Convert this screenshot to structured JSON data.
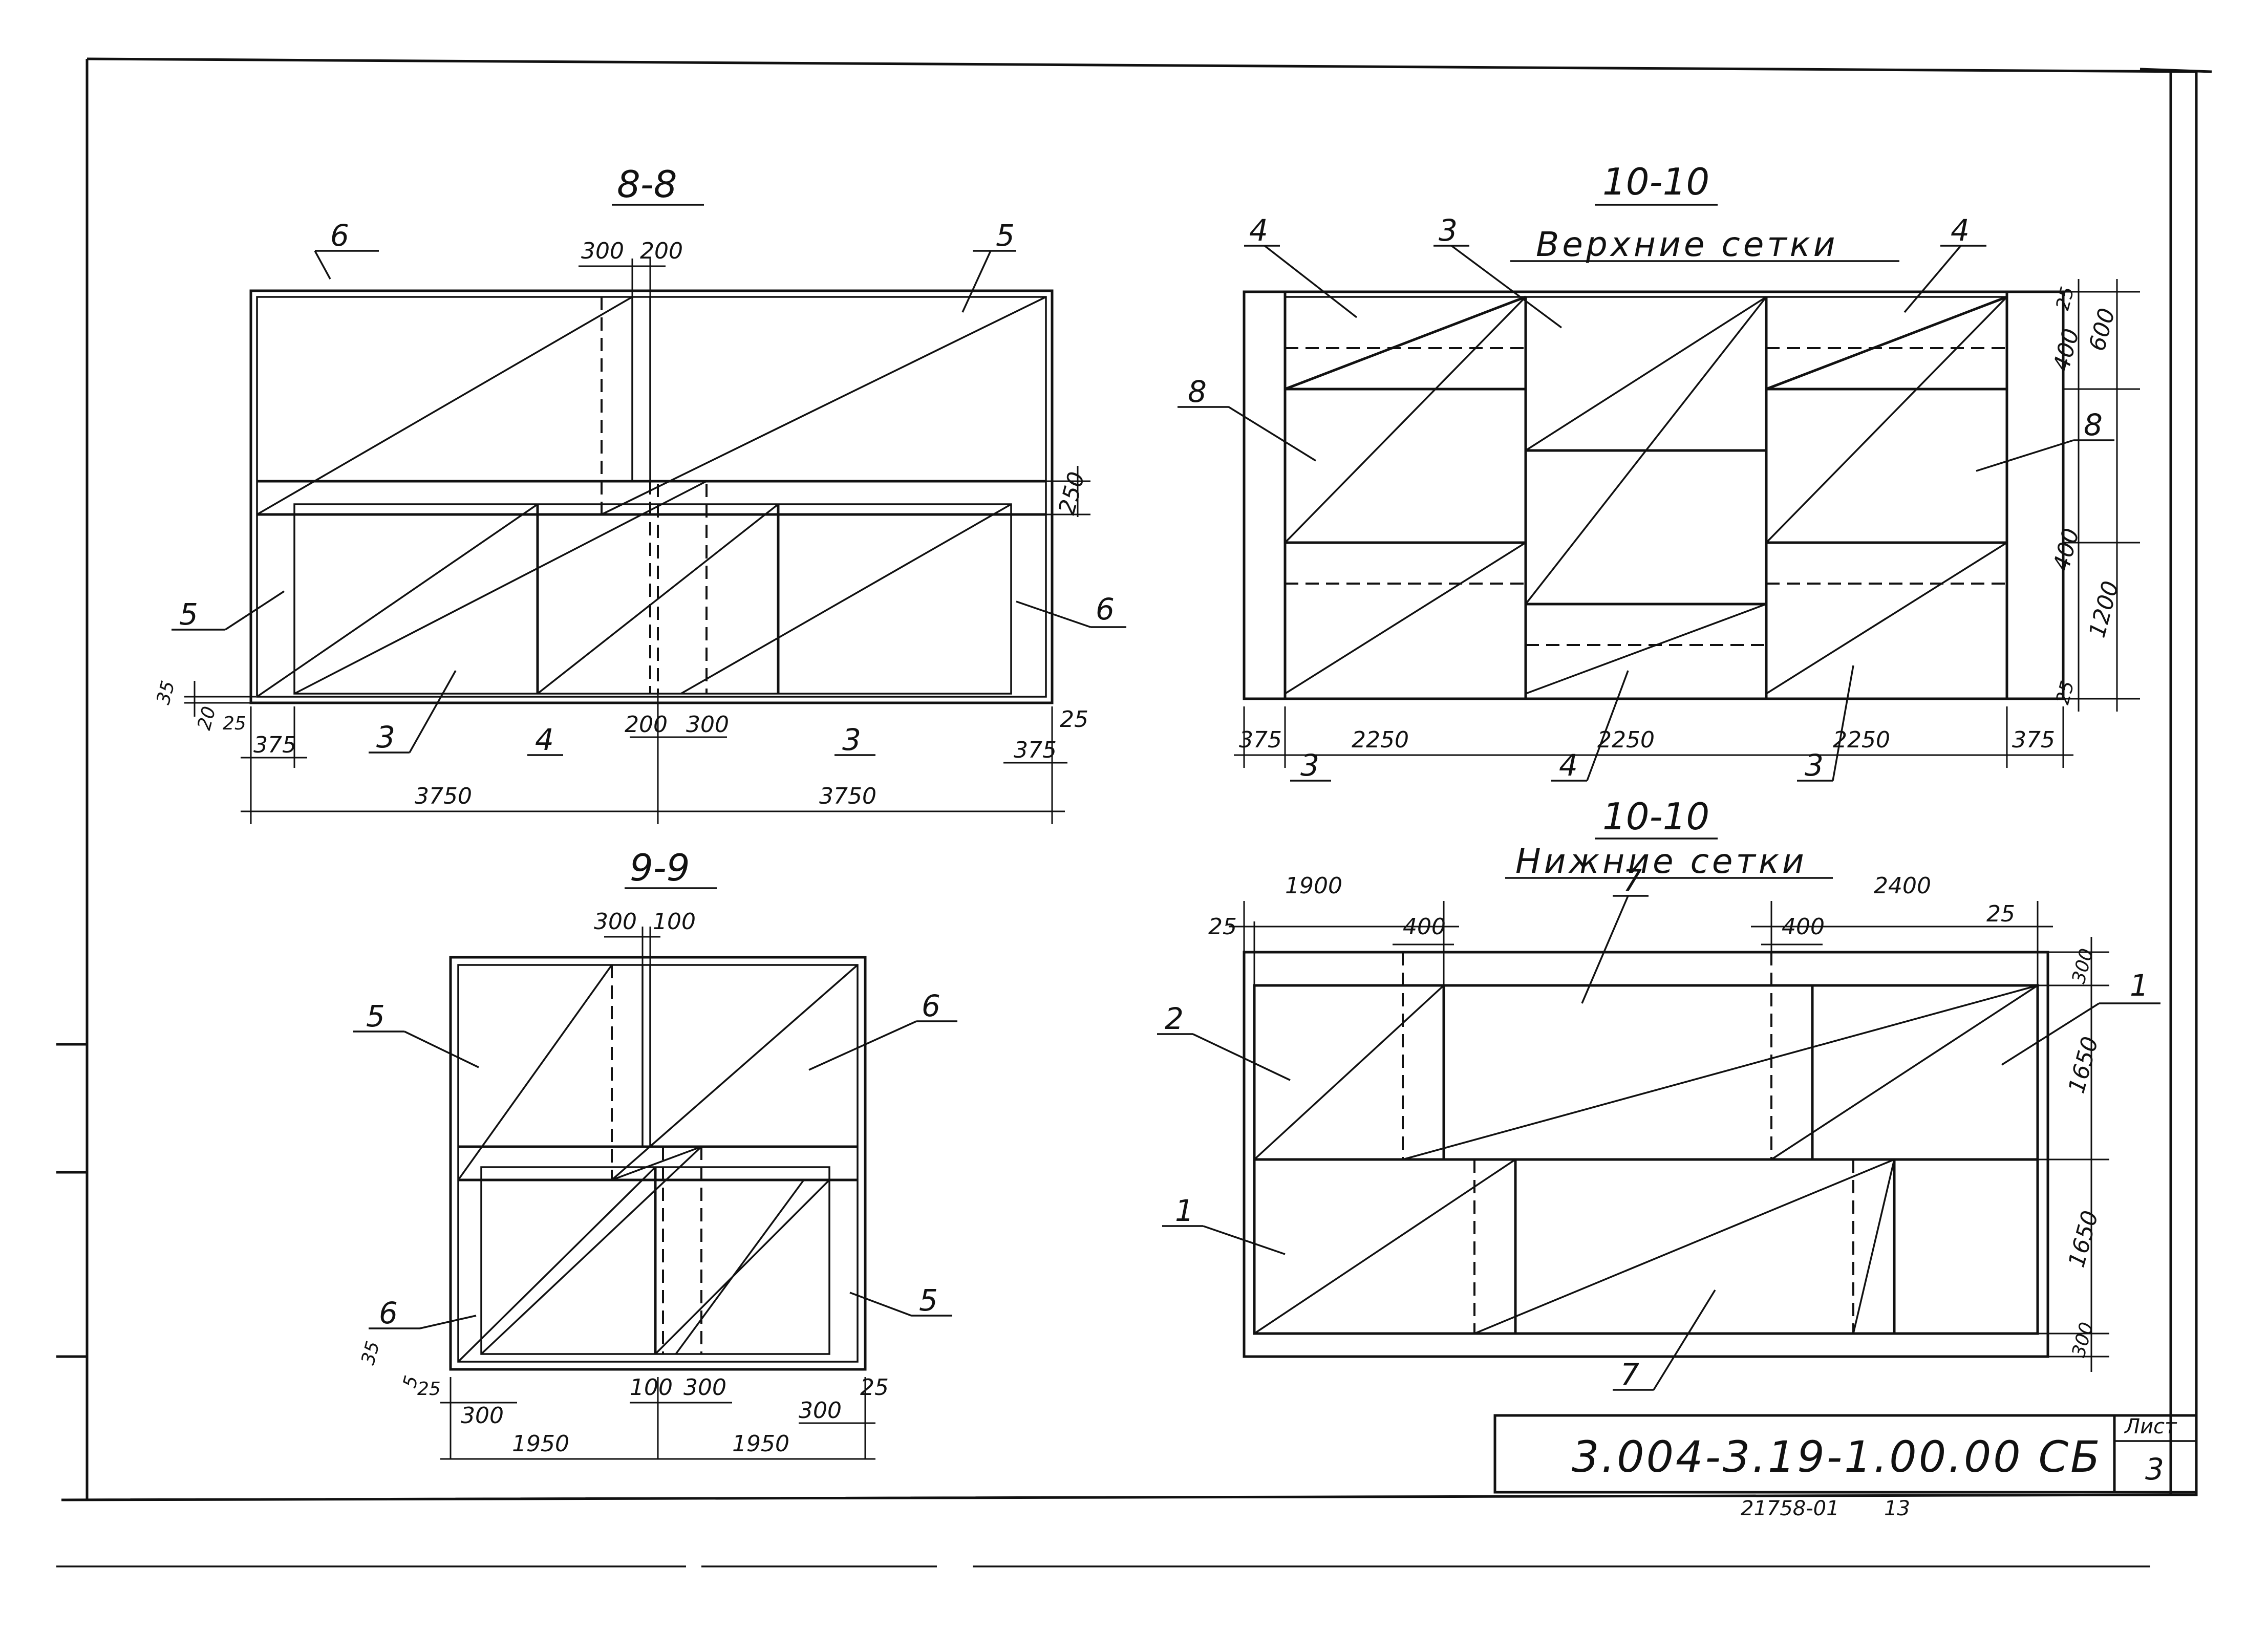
{
  "sheet": {
    "doc_code": "3.004-3.19-1.00.00 СБ",
    "sheet_label": "Лист",
    "sheet_number": "3",
    "inventory_number": "21758-01",
    "inventory_page": "13"
  },
  "views": {
    "s88": {
      "title": "8-8",
      "marks": {
        "m6_top": "6",
        "m5_top": "5",
        "m5_left": "5",
        "m6_right": "6",
        "m3_a": "3",
        "m4": "4",
        "m3_b": "3"
      },
      "dims": {
        "d300": "300",
        "d200": "200",
        "d250": "250",
        "d35": "35",
        "d20": "20",
        "d25_left": "25",
        "d375_left": "375",
        "d200_b": "200",
        "d300_b": "300",
        "d25_right": "25",
        "d375_right": "375",
        "d3750_left": "3750",
        "d3750_right": "3750"
      }
    },
    "s99": {
      "title": "9-9",
      "marks": {
        "m5_tl": "5",
        "m6_tr": "6",
        "m6_bl": "6",
        "m5_br": "5"
      },
      "dims": {
        "d300": "300",
        "d100": "100",
        "d35": "35",
        "d5": "5",
        "d25_left": "25",
        "d300_left": "300",
        "d100_b": "100",
        "d300_b": "300",
        "d300_right": "300",
        "d25_right": "25",
        "d1950_left": "1950",
        "d1950_right": "1950"
      }
    },
    "s1010_top": {
      "title": "10-10",
      "subtitle": "Верхние сетки",
      "marks": {
        "m4_l": "4",
        "m3": "3",
        "m4_r": "4",
        "m8_l": "8",
        "m8_r": "8",
        "m3_b": "3",
        "m4_b": "4",
        "m3_br": "3"
      },
      "dims": {
        "d375_l": "375",
        "d2250_a": "2250",
        "d2250_b": "2250",
        "d2250_c": "2250",
        "d375_r": "375",
        "d25_t": "25",
        "d400_a": "400",
        "d600": "600",
        "d400_b": "400",
        "d1200": "1200",
        "d25_b": "25"
      }
    },
    "s1010_bottom": {
      "title": "10-10",
      "subtitle": "Нижние сетки",
      "marks": {
        "m7_t": "7",
        "m2": "2",
        "m1_r": "1",
        "m1_l": "1",
        "m7_b": "7"
      },
      "dims": {
        "d1900": "1900",
        "d2400": "2400",
        "d25_l": "25",
        "d400_l": "400",
        "d400_r": "400",
        "d25_r": "25",
        "d300_t": "300",
        "d1650_a": "1650",
        "d1650_b": "1650",
        "d300_b": "300"
      }
    }
  }
}
